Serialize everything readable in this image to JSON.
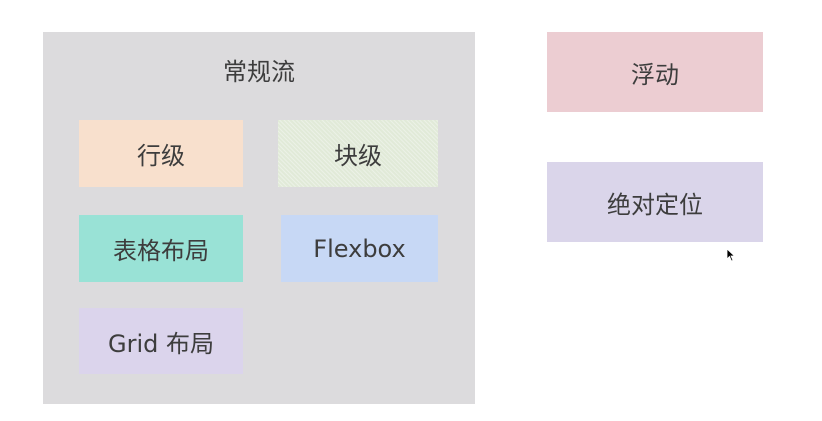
{
  "normal_flow": {
    "title": "常规流"
  },
  "boxes": {
    "inline": "行级",
    "block": "块级",
    "table": "表格布局",
    "flexbox": "Flexbox",
    "grid": "Grid 布局"
  },
  "float": {
    "label": "浮动"
  },
  "absolute": {
    "label": "绝对定位"
  },
  "colors": {
    "normal_flow_bg": "#dcdbdd",
    "inline_bg": "#f8e0cd",
    "block_bg": "#e1ead8",
    "table_bg": "#99e2d6",
    "flexbox_bg": "#c7d8f5",
    "grid_bg": "#dbd4ec",
    "float_bg": "#eccdd2",
    "absolute_bg": "#dad5ea"
  },
  "icons": {
    "cursor": "mouse-pointer-icon"
  }
}
